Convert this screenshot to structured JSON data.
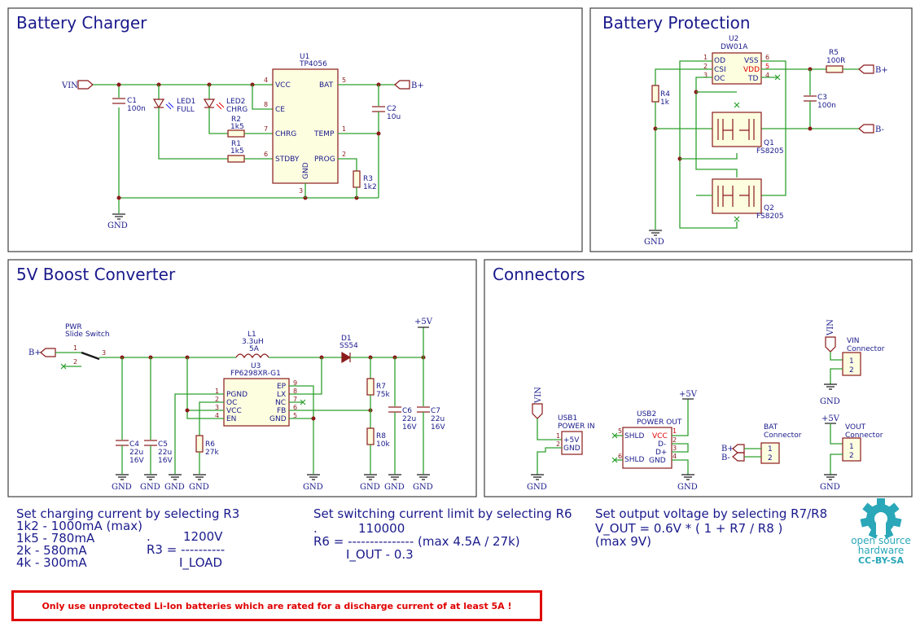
{
  "sections": {
    "charger": "Battery Charger",
    "protection": "Battery Protection",
    "boost": "5V Boost Converter",
    "connectors": "Connectors"
  },
  "nets": {
    "vin": "VIN",
    "gnd": "GND",
    "bplus": "B+",
    "bminus": "B-",
    "v5": "+5V"
  },
  "charger": {
    "u1_ref": "U1",
    "u1_val": "TP4056",
    "u1_pins": {
      "vcc": "VCC",
      "ce": "CE",
      "chrg": "CHRG",
      "stdby": "STDBY",
      "bat": "BAT",
      "temp": "TEMP",
      "prog": "PROG",
      "gnd": "GND"
    },
    "u1_nums": {
      "vcc": "4",
      "ce": "8",
      "chrg": "7",
      "stdby": "6",
      "bat": "5",
      "temp": "1",
      "prog": "2",
      "gnd": "3"
    },
    "c1_ref": "C1",
    "c1_val": "100n",
    "led1_ref": "LED1",
    "led1_val": "FULL",
    "led2_ref": "LED2",
    "led2_val": "CHRG",
    "r2_ref": "R2",
    "r2_val": "1k5",
    "r1_ref": "R1",
    "r1_val": "1k5",
    "c2_ref": "C2",
    "c2_val": "10u",
    "r3_ref": "R3",
    "r3_val": "1k2"
  },
  "protection": {
    "u2_ref": "U2",
    "u2_val": "DW01A",
    "u2_pins": {
      "od": "OD",
      "csi": "CSI",
      "oc": "OC",
      "vss": "VSS",
      "vdd": "VDD",
      "td": "TD"
    },
    "u2_nums": {
      "od": "1",
      "csi": "2",
      "oc": "3",
      "vss": "6",
      "vdd": "5",
      "td": "4"
    },
    "r4_ref": "R4",
    "r4_val": "1k",
    "r5_ref": "R5",
    "r5_val": "100R",
    "c3_ref": "C3",
    "c3_val": "100n",
    "q1_ref": "Q1",
    "q1_val": "FS8205",
    "q2_ref": "Q2",
    "q2_val": "FS8205"
  },
  "boost": {
    "sw_ref": "PWR",
    "sw_val": "Slide Switch",
    "l1_ref": "L1",
    "l1_val": "3.3uH",
    "l1_cur": "5A",
    "d1_ref": "D1",
    "d1_val": "SS54",
    "u3_ref": "U3",
    "u3_val": "FP6298XR-G1",
    "u3_pins": {
      "pgnd": "PGND",
      "oc": "OC",
      "vcc": "VCC",
      "en": "EN",
      "ep": "EP",
      "lx": "LX",
      "nc": "NC",
      "fb": "FB",
      "gnd": "GND"
    },
    "u3_nums": {
      "pgnd": "1",
      "oc": "2",
      "vcc": "3",
      "en": "4",
      "ep": "9",
      "lx": "8",
      "nc": "7",
      "fb": "6",
      "gnd": "5"
    },
    "c4_ref": "C4",
    "c4_val": "22u",
    "c4_v": "16V",
    "c5_ref": "C5",
    "c5_val": "22u",
    "c5_v": "16V",
    "r6_ref": "R6",
    "r6_val": "27k",
    "r7_ref": "R7",
    "r7_val": "75k",
    "r8_ref": "R8",
    "r8_val": "10k",
    "c6_ref": "C6",
    "c6_val": "22u",
    "c6_v": "16V",
    "c7_ref": "C7",
    "c7_val": "22u",
    "c7_v": "16V"
  },
  "connectors": {
    "usb1_ref": "USB1",
    "usb1_val": "POWER IN",
    "usb1_p1": "+5V",
    "usb1_p2": "GND",
    "usb2_ref": "USB2",
    "usb2_val": "POWER OUT",
    "usb2_pins": {
      "vcc": "VCC",
      "dm": "D-",
      "dp": "D+",
      "gnd": "GND",
      "shld": "SHLD"
    },
    "bat_ref": "BAT",
    "bat_val": "Connector",
    "vin_ref": "VIN",
    "vin_val": "Connector",
    "vout_ref": "VOUT",
    "vout_val": "Connector"
  },
  "notes": {
    "n1_title": "Set charging current by selecting R3",
    "n1_l1": "1k2 - 1000mA (max)",
    "n1_l2": "1k5 -  780mA",
    "n1_l3": "2k  -  580mA",
    "n1_l4": "4k  -  300mA",
    "n1_num": "1200V",
    "n1_eq": "R3 = ----------",
    "n1_den": "I_LOAD",
    "n1_dot": ".",
    "n2_title": "Set switching current limit by selecting R6",
    "n2_num": "110000",
    "n2_eq": "R6 = ---------------  (max 4.5A / 27k)",
    "n2_den": "I_OUT - 0.3",
    "n2_dot": ".",
    "n3_title": "Set output voltage by selecting R7/R8",
    "n3_l1": "V_OUT = 0.6V * ( 1 + R7 / R8 )",
    "n3_l2": "(max 9V)",
    "warning": "Only use unprotected Li-Ion batteries which are rated for a discharge current of at least 5A !",
    "oshw_l1": "open source",
    "oshw_l2": "hardware",
    "oshw_l3": "CC-BY-SA"
  }
}
